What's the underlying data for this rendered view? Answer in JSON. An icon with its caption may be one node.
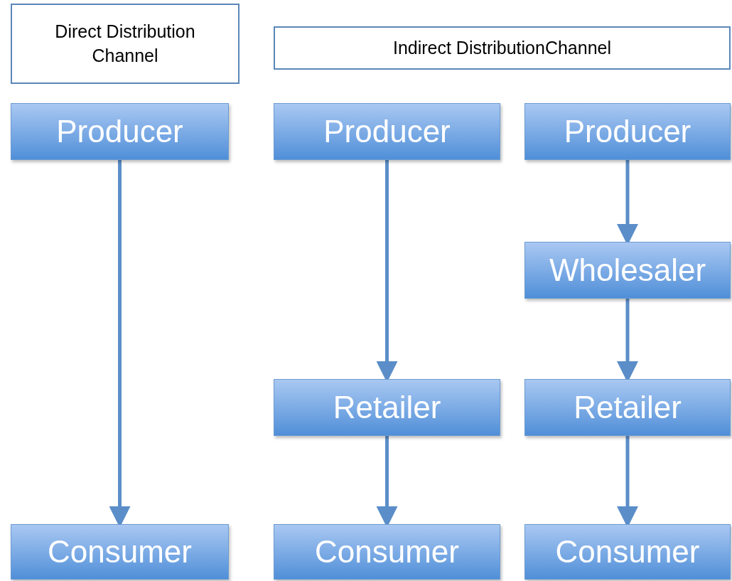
{
  "diagram": {
    "nodes": [
      {
        "text": [
          "Direct Distribution Channel"
        ]
      },
      {
        "text": [
          "Indirect DistributionChannel"
        ]
      },
      {
        "text": [
          "Producer"
        ]
      },
      {
        "text": [
          "Producer"
        ]
      },
      {
        "text": [
          "Producer"
        ]
      },
      {
        "text": [
          "Wholesaler"
        ]
      },
      {
        "text": [
          "Retailer"
        ]
      },
      {
        "text": [
          "Retailer"
        ]
      },
      {
        "text": [
          "Consumer"
        ]
      },
      {
        "text": [
          "Consumer"
        ]
      },
      {
        "text": [
          "Consumer"
        ]
      }
    ],
    "edges": [
      {
        "from": 2,
        "to": 8,
        "arrow": "to"
      },
      {
        "from": 3,
        "to": 6,
        "arrow": "to"
      },
      {
        "from": 6,
        "to": 9,
        "arrow": "to"
      },
      {
        "from": 4,
        "to": 5,
        "arrow": "to"
      },
      {
        "from": 5,
        "to": 7,
        "arrow": "to"
      },
      {
        "from": 7,
        "to": 10,
        "arrow": "to"
      }
    ]
  }
}
